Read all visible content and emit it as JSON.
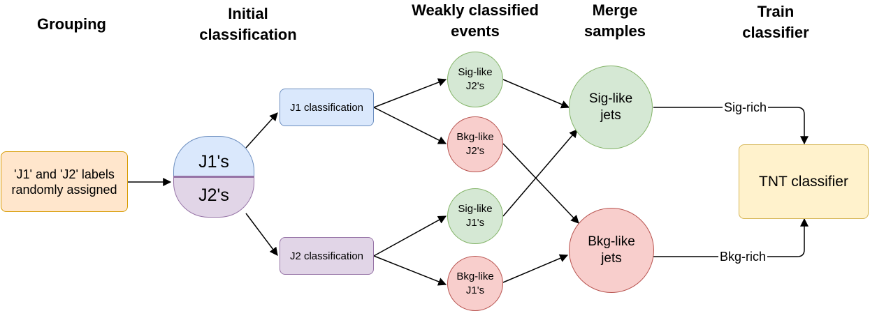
{
  "headers": {
    "grouping": "Grouping",
    "initial": "Initial\nclassification",
    "weakly": "Weakly classified\nevents",
    "merge": "Merge\nsamples",
    "train": "Train\nclassifier"
  },
  "nodes": {
    "labels_assigned": "'J1' and 'J2' labels\nrandomly assigned",
    "j1s": "J1's",
    "j2s": "J2's",
    "j1_classification": "J1 classification",
    "j2_classification": "J2 classification",
    "sig_like_j2": "Sig-like\nJ2's",
    "bkg_like_j2": "Bkg-like\nJ2's",
    "sig_like_j1": "Sig-like\nJ1's",
    "bkg_like_j1": "Bkg-like\nJ1's",
    "sig_like_jets": "Sig-like\njets",
    "bkg_like_jets": "Bkg-like\njets",
    "tnt_classifier": "TNT classifier"
  },
  "edge_labels": {
    "sig_rich": "Sig-rich",
    "bkg_rich": "Bkg-rich"
  },
  "colors": {
    "orange_fill": "#ffe6cc",
    "blue_fill": "#dae8fc",
    "purple_fill": "#e1d5e7",
    "green_fill": "#d5e8d4",
    "red_fill": "#f8cecc",
    "yellow_fill": "#fff2cc"
  }
}
